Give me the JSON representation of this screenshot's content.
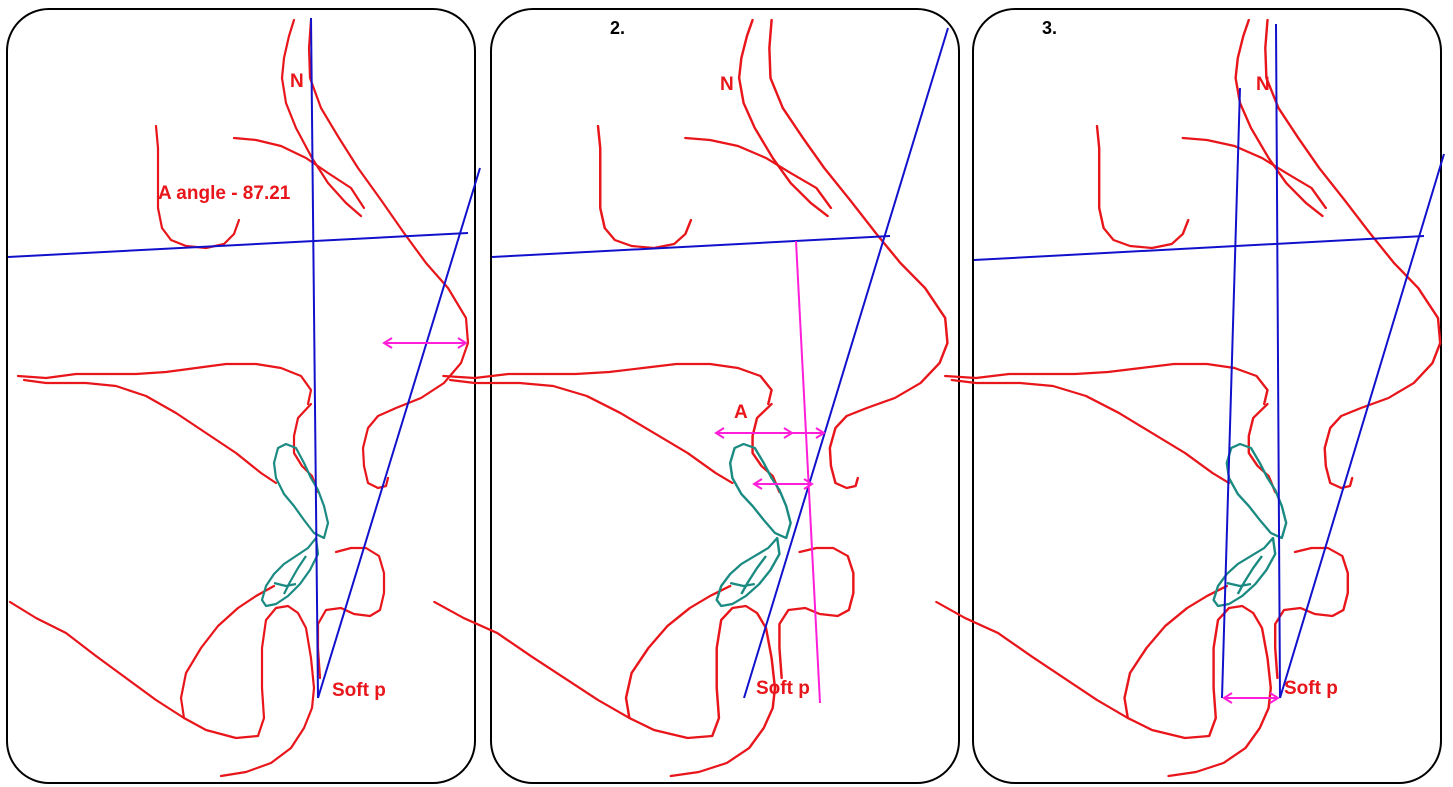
{
  "panels": [
    {
      "number": "",
      "labels": {
        "nasion": "N",
        "angle": "A angle  -  87.21",
        "soft_pogonion": "Soft p"
      }
    },
    {
      "number": "2.",
      "labels": {
        "nasion": "N",
        "point_a": "A",
        "soft_pogonion": "Soft p"
      }
    },
    {
      "number": "3.",
      "labels": {
        "nasion": "N",
        "soft_pogonion": "Soft p"
      }
    }
  ],
  "colors": {
    "soft_tissue": "#e8161b",
    "teeth": "#1b8a82",
    "reference_lines": "#1111cc",
    "measurements": "#ff1fd8"
  }
}
